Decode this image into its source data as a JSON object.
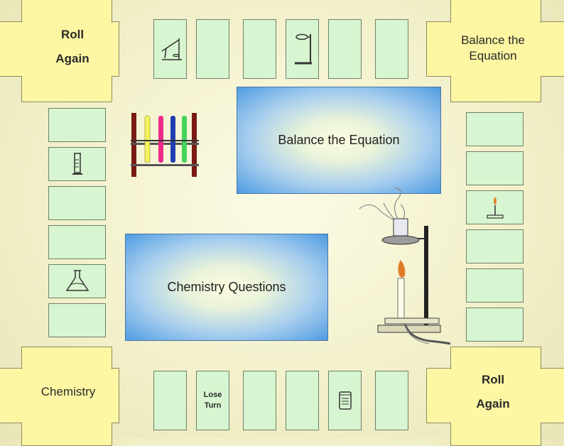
{
  "corners": {
    "top_left": "Roll\nAgain",
    "top_right": "Balance the\nEquation",
    "bottom_left": "Chemistry",
    "bottom_right": "Roll\nAgain"
  },
  "tiles": {
    "bottom_lose_turn": "Lose\nTurn"
  },
  "card_decks": {
    "balance": "Balance the Equation",
    "questions": "Chemistry Questions"
  },
  "icons": {
    "top_2": "balance-scale-icon",
    "top_4": "ring-stand-icon",
    "left_2": "graduated-cylinder-icon",
    "left_5": "erlenmeyer-flask-icon",
    "right_3": "alcohol-lamp-icon",
    "bottom_5": "beaker-icon",
    "board_decoration_1": "test-tube-rack-icon",
    "board_decoration_2": "bunsen-burner-stand-icon"
  },
  "colors": {
    "tile": "#d7f5d0",
    "corner": "#fdf6a3",
    "deck_edge": "#4f9ce2",
    "background": "#f2f0c9"
  }
}
